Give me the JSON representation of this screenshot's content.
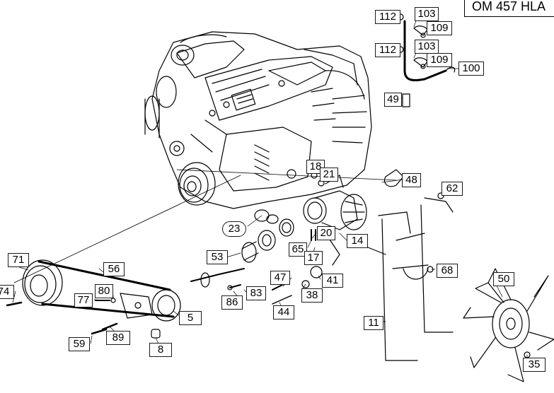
{
  "model_label": "OM 457 HLA",
  "callouts": [
    {
      "id": "112a",
      "label": "112"
    },
    {
      "id": "103a",
      "label": "103"
    },
    {
      "id": "109a",
      "label": "109"
    },
    {
      "id": "112b",
      "label": "112"
    },
    {
      "id": "103b",
      "label": "103"
    },
    {
      "id": "109b",
      "label": "109"
    },
    {
      "id": "100",
      "label": "100"
    },
    {
      "id": "49",
      "label": "49"
    },
    {
      "id": "18",
      "label": "18"
    },
    {
      "id": "21",
      "label": "21"
    },
    {
      "id": "48",
      "label": "48"
    },
    {
      "id": "62",
      "label": "62"
    },
    {
      "id": "23",
      "label": "23"
    },
    {
      "id": "20",
      "label": "20"
    },
    {
      "id": "65",
      "label": "65"
    },
    {
      "id": "14",
      "label": "14"
    },
    {
      "id": "17",
      "label": "17"
    },
    {
      "id": "53",
      "label": "53"
    },
    {
      "id": "68",
      "label": "68"
    },
    {
      "id": "71",
      "label": "71"
    },
    {
      "id": "56",
      "label": "56"
    },
    {
      "id": "47",
      "label": "47"
    },
    {
      "id": "41",
      "label": "41"
    },
    {
      "id": "50",
      "label": "50"
    },
    {
      "id": "74",
      "label": "74"
    },
    {
      "id": "80",
      "label": "80"
    },
    {
      "id": "77",
      "label": "77"
    },
    {
      "id": "83",
      "label": "83"
    },
    {
      "id": "38",
      "label": "38"
    },
    {
      "id": "86",
      "label": "86"
    },
    {
      "id": "44",
      "label": "44"
    },
    {
      "id": "5",
      "label": "5"
    },
    {
      "id": "11",
      "label": "11"
    },
    {
      "id": "59",
      "label": "59"
    },
    {
      "id": "89",
      "label": "89"
    },
    {
      "id": "8",
      "label": "8"
    },
    {
      "id": "35",
      "label": "35"
    }
  ]
}
